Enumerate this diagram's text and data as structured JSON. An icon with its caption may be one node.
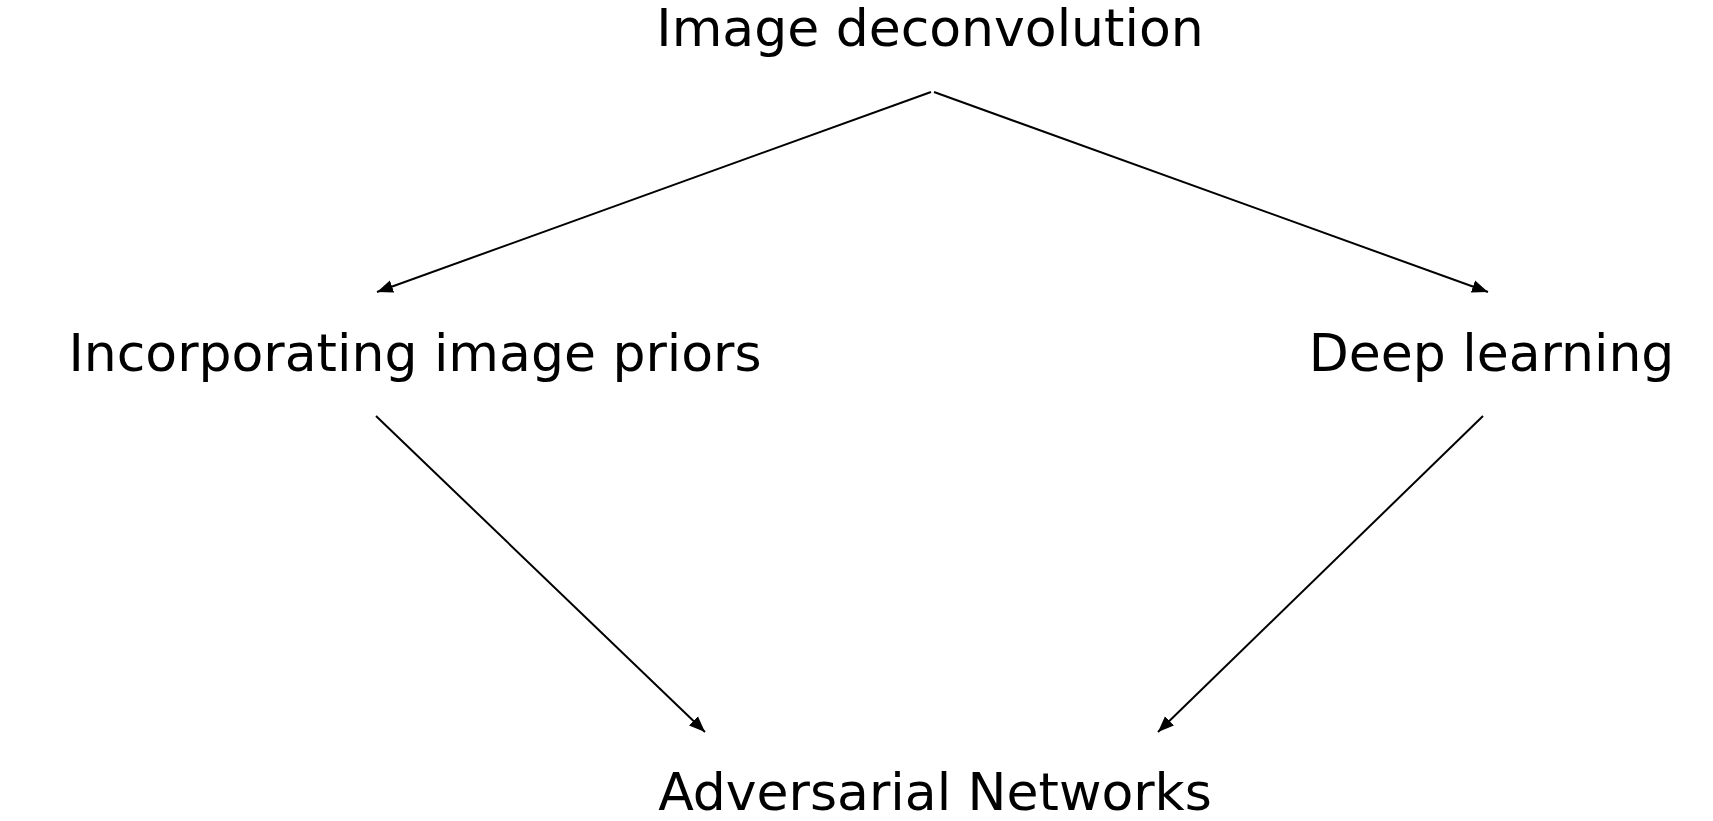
{
  "diagram": {
    "nodes": [
      {
        "text": [
          "Image deconvolution"
        ]
      },
      {
        "text": [
          "Incorporating image priors"
        ]
      },
      {
        "text": [
          "Deep learning"
        ]
      },
      {
        "text": [
          "Adversarial Networks"
        ]
      }
    ],
    "edges": [
      {
        "from": 0,
        "to": 1,
        "arrow": "to"
      },
      {
        "from": 0,
        "to": 2,
        "arrow": "to"
      },
      {
        "from": 1,
        "to": 3,
        "arrow": "to"
      },
      {
        "from": 2,
        "to": 3,
        "arrow": "to"
      }
    ]
  }
}
